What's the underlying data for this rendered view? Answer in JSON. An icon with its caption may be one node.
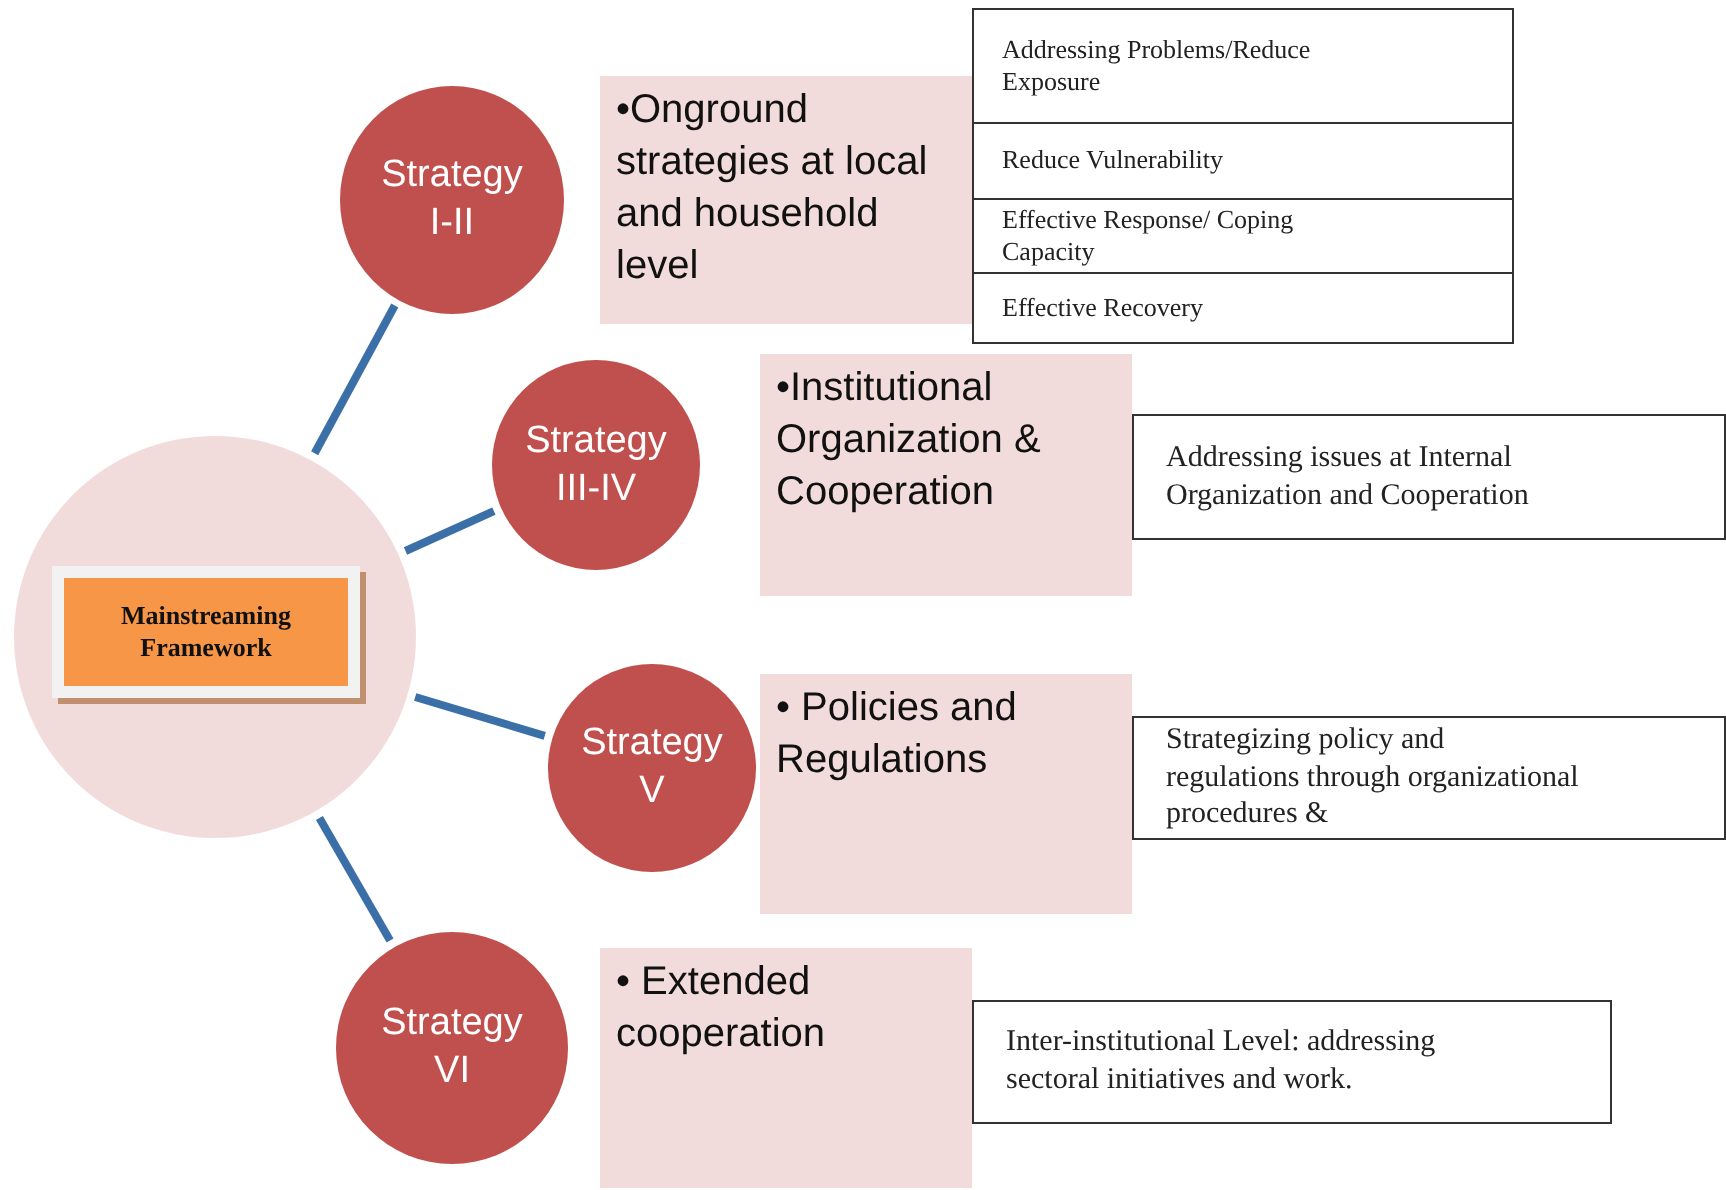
{
  "diagram": {
    "nodes": [
      {
        "text": [],
        "shape": "circle"
      },
      {
        "text": [
          "Mainstreaming Framework"
        ],
        "in": 0
      },
      {
        "text": [
          "Strategy I-II"
        ]
      },
      {
        "text": [
          "•Onground strategies at local and household level"
        ]
      },
      {
        "text": [
          "Addressing Problems/Reduce Exposure"
        ]
      },
      {
        "text": [
          "Reduce Vulnerability"
        ]
      },
      {
        "text": [
          "Effective Response/ Coping Capacity"
        ]
      },
      {
        "text": [
          "Effective Recovery"
        ]
      },
      {
        "text": [
          "Strategy III-IV"
        ]
      },
      {
        "text": [
          "•Institutional Organization & Cooperation"
        ]
      },
      {
        "text": [
          "Addressing issues at Internal Organization and Cooperation"
        ]
      },
      {
        "text": [
          "Strategy V"
        ]
      },
      {
        "text": [
          "• Policies and Regulations"
        ]
      },
      {
        "text": [
          "Strategizing policy and regulations through organizational procedures &"
        ]
      },
      {
        "text": [
          "Strategy VI"
        ]
      },
      {
        "text": [
          "• Extended cooperation"
        ]
      },
      {
        "text": [
          "Inter-institutional Level: addressing sectoral initiatives and work."
        ]
      }
    ],
    "edges": [
      {
        "from": 0,
        "to": 2,
        "arrow": "none"
      },
      {
        "from": 0,
        "to": 8,
        "arrow": "none"
      },
      {
        "from": 0,
        "to": 11,
        "arrow": "none"
      },
      {
        "from": 0,
        "to": 14,
        "arrow": "none"
      }
    ]
  }
}
